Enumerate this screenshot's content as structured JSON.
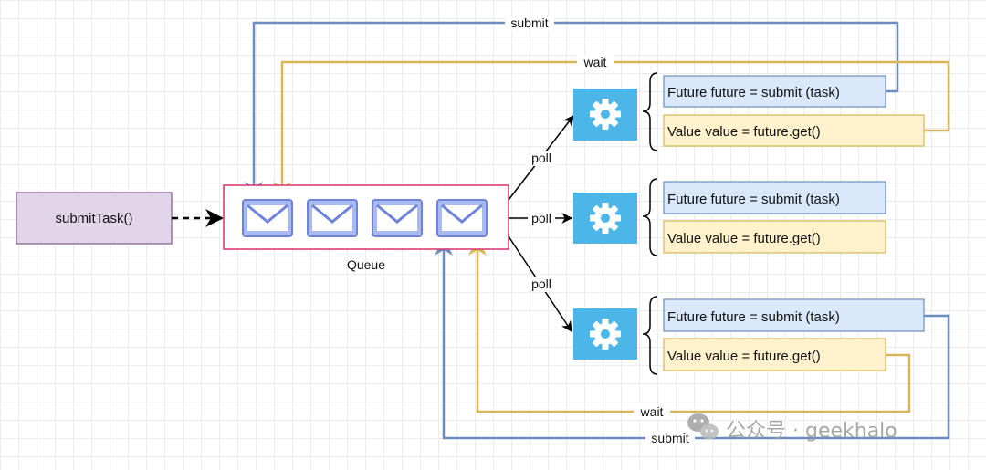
{
  "source": {
    "label": "submitTask()"
  },
  "queue": {
    "label": "Queue",
    "message_count": 4
  },
  "edges": {
    "poll_label": "poll",
    "submit_label": "submit",
    "wait_label": "wait"
  },
  "workers": [
    {
      "icon": "gear-icon",
      "submit_code": "Future future = submit (task)",
      "get_code": "Value value = future.get()"
    },
    {
      "icon": "gear-icon",
      "submit_code": "Future future = submit (task)",
      "get_code": "Value value = future.get()"
    },
    {
      "icon": "gear-icon",
      "submit_code": "Future future = submit (task)",
      "get_code": "Value value = future.get()"
    }
  ],
  "watermark": {
    "text": "公众号 · geekhalo",
    "icon": "wechat-icon"
  },
  "colors": {
    "submit": "#6c8ebf",
    "wait": "#d6b656",
    "source_fill": "#e1d5e7",
    "source_stroke": "#9673a6",
    "queue_stroke": "#d6336c",
    "envelope_fill": "#a9b9f2",
    "envelope_stroke": "#6f84d8",
    "worker_fill": "#4db6e8",
    "submit_box_fill": "#dae8fc",
    "submit_box_stroke": "#6c8ebf",
    "get_box_fill": "#fff2cc",
    "get_box_stroke": "#d6b656"
  }
}
